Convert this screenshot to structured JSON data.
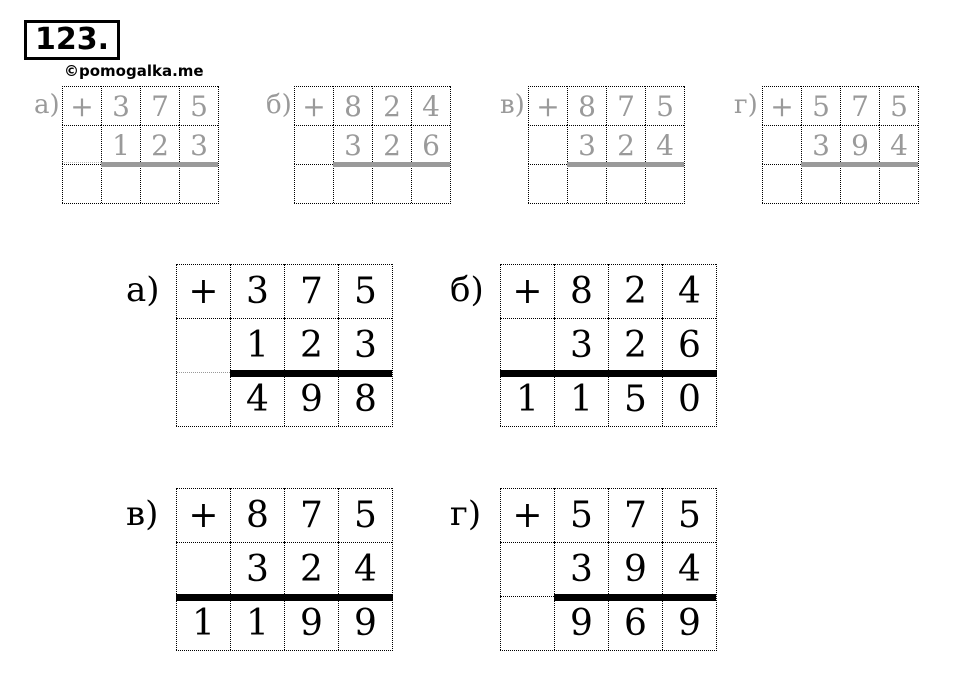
{
  "title": "123.",
  "watermark": "©pomogalka.me",
  "exercises": [
    {
      "label": "а)",
      "rows": [
        [
          "+",
          "3",
          "7",
          "5"
        ],
        [
          "",
          "1",
          "2",
          "3"
        ],
        [
          "",
          "",
          "",
          ""
        ]
      ]
    },
    {
      "label": "б)",
      "rows": [
        [
          "+",
          "8",
          "2",
          "4"
        ],
        [
          "",
          "3",
          "2",
          "6"
        ],
        [
          "",
          "",
          "",
          ""
        ]
      ]
    },
    {
      "label": "в)",
      "rows": [
        [
          "+",
          "8",
          "7",
          "5"
        ],
        [
          "",
          "3",
          "2",
          "4"
        ],
        [
          "",
          "",
          "",
          ""
        ]
      ]
    },
    {
      "label": "г)",
      "rows": [
        [
          "+",
          "5",
          "7",
          "5"
        ],
        [
          "",
          "3",
          "9",
          "4"
        ],
        [
          "",
          "",
          "",
          ""
        ]
      ]
    }
  ],
  "solutions": [
    {
      "label": "а)",
      "rows": [
        [
          "+",
          "3",
          "7",
          "5"
        ],
        [
          "",
          "1",
          "2",
          "3"
        ],
        [
          "",
          "4",
          "9",
          "8"
        ]
      ]
    },
    {
      "label": "б)",
      "rows": [
        [
          "+",
          "8",
          "2",
          "4"
        ],
        [
          "",
          "3",
          "2",
          "6"
        ],
        [
          "1",
          "1",
          "5",
          "0"
        ]
      ]
    },
    {
      "label": "в)",
      "rows": [
        [
          "+",
          "8",
          "7",
          "5"
        ],
        [
          "",
          "3",
          "2",
          "4"
        ],
        [
          "1",
          "1",
          "9",
          "9"
        ]
      ]
    },
    {
      "label": "г)",
      "rows": [
        [
          "+",
          "5",
          "7",
          "5"
        ],
        [
          "",
          "3",
          "9",
          "4"
        ],
        [
          "",
          "9",
          "6",
          "9"
        ]
      ]
    }
  ]
}
